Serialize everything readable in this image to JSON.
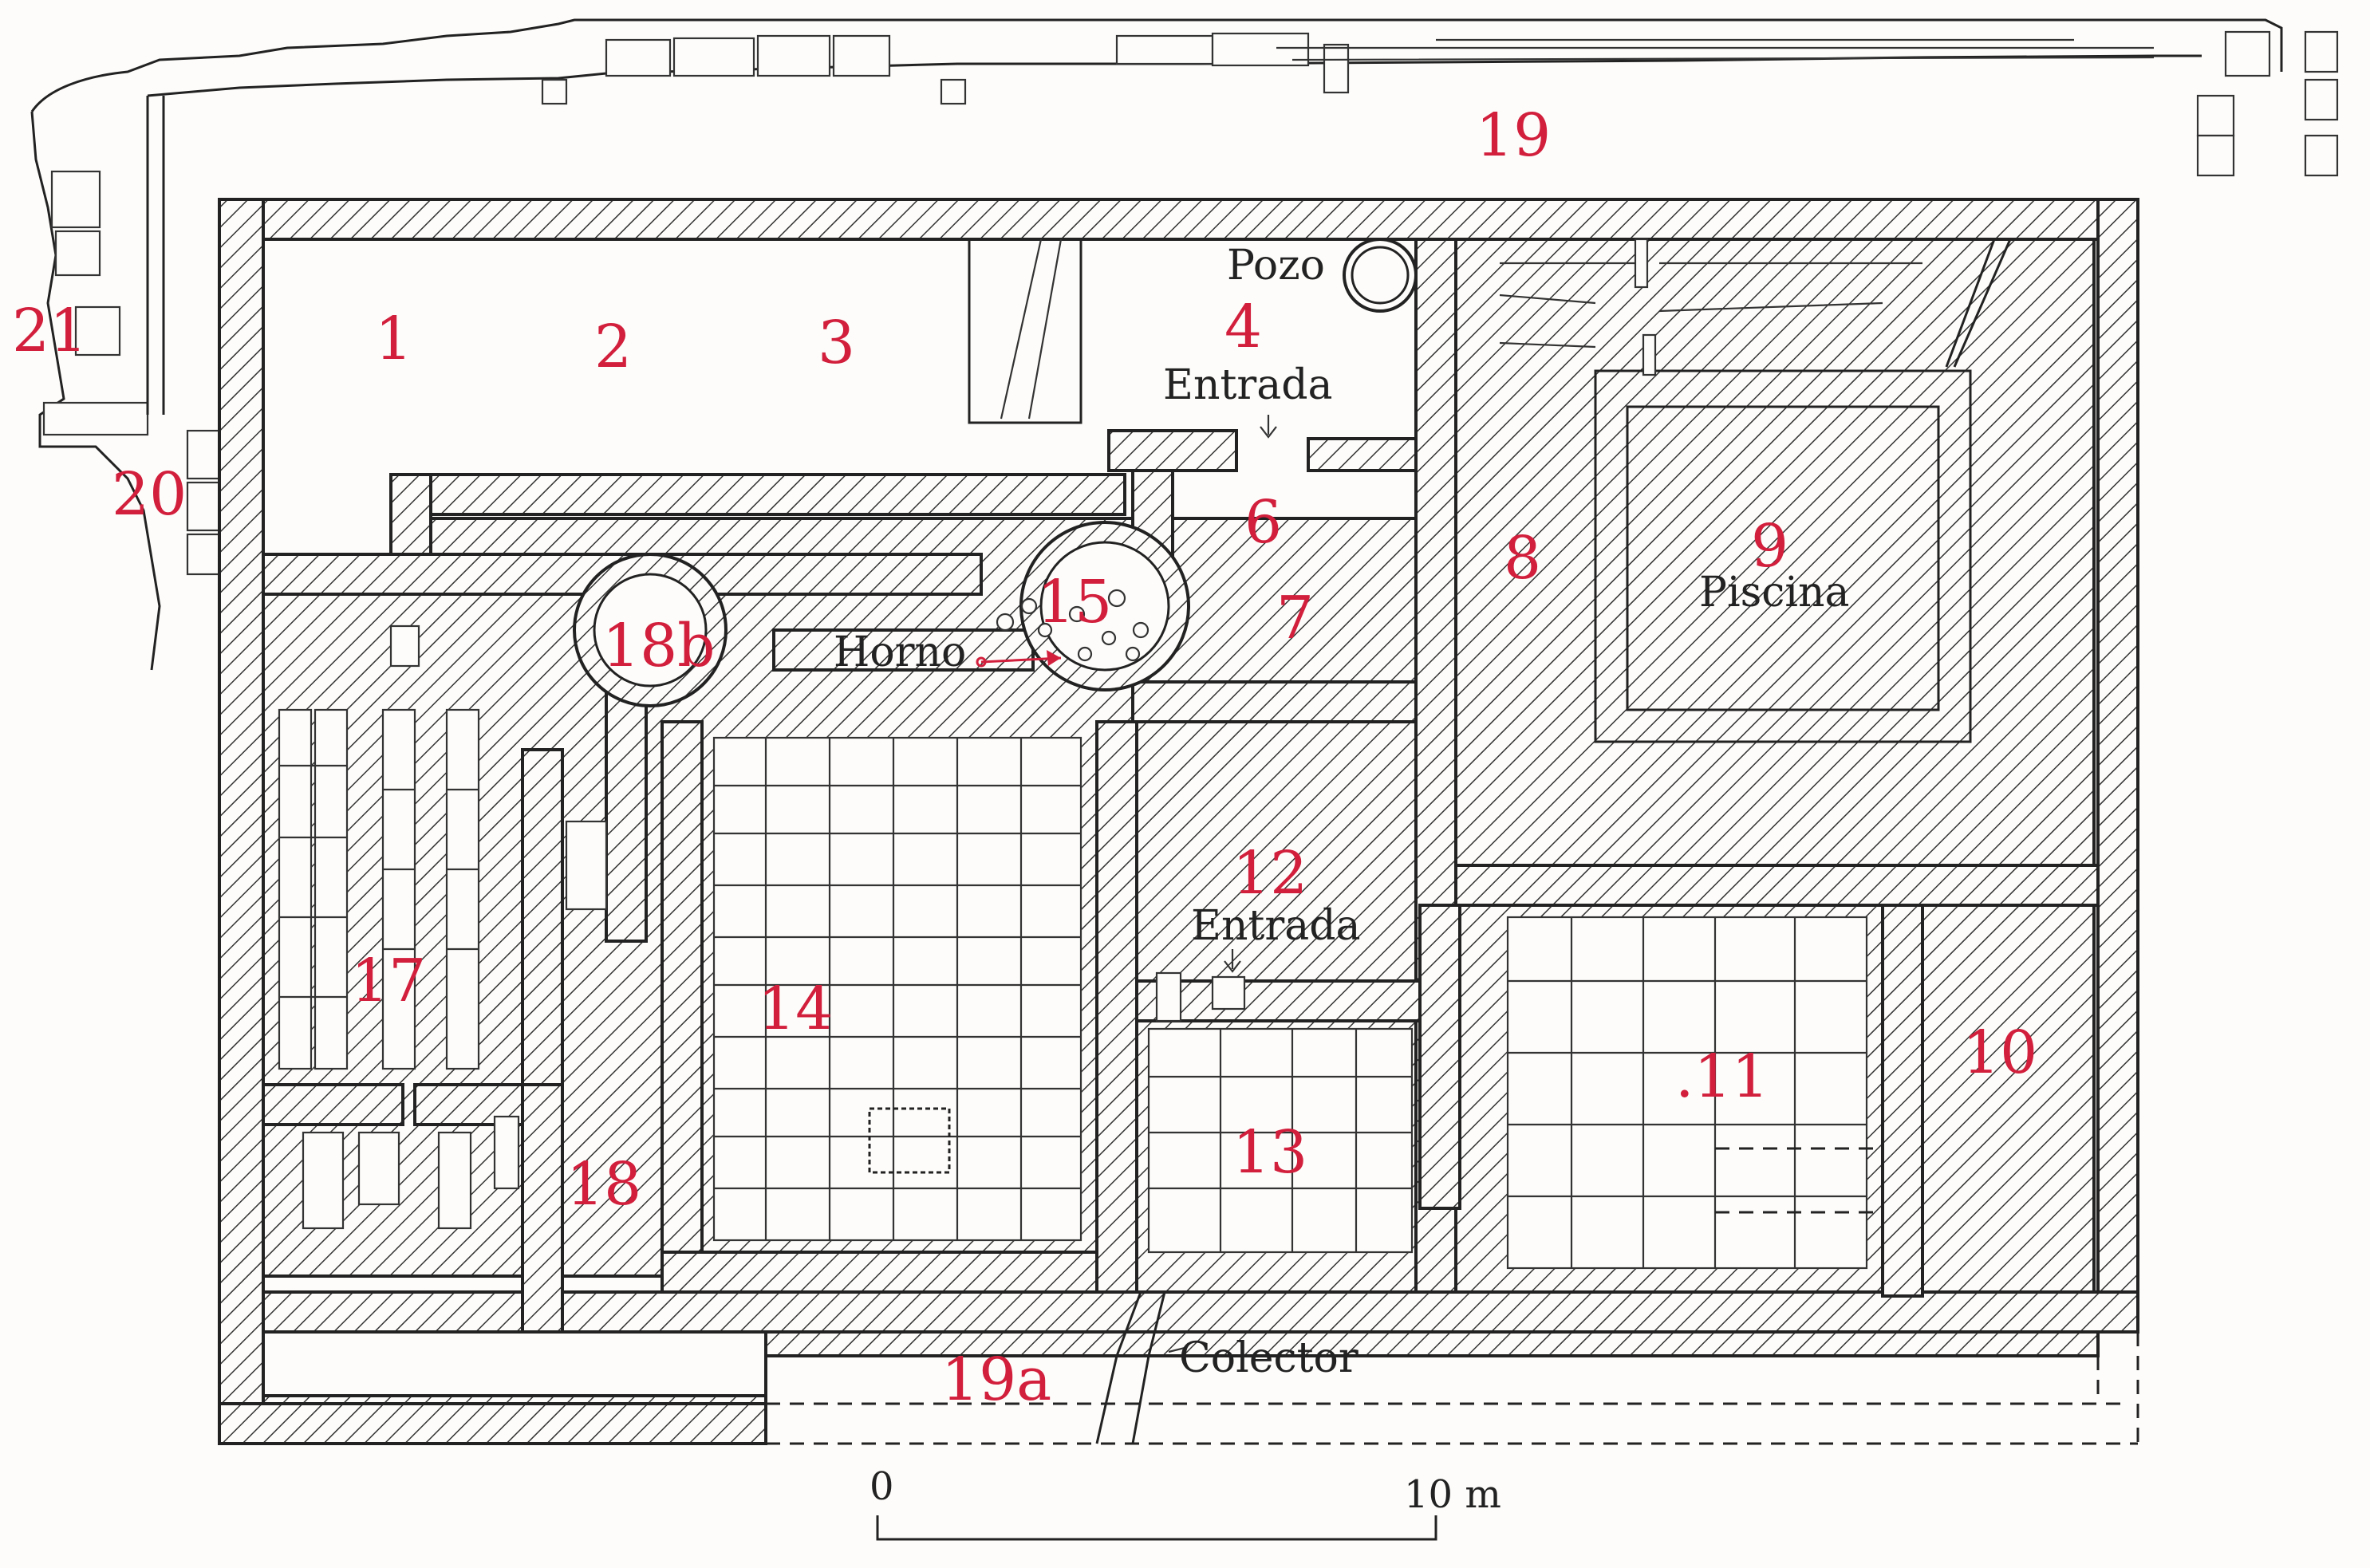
{
  "rooms": {
    "r1": "1",
    "r2": "2",
    "r3": "3",
    "r4": "4",
    "r6": "6",
    "r7": "7",
    "r8": "8",
    "r9": "9",
    "r10": "10",
    "r11": ".11",
    "r12": "12",
    "r13": "13",
    "r14": "14",
    "r15": "15",
    "r17": "17",
    "r18": "18",
    "r18b": "18b",
    "r19": "19",
    "r19a": "19a",
    "r20": "20",
    "r21": "21"
  },
  "labels": {
    "pozo": "Pozo",
    "entrada_north": "Entrada",
    "entrada_south": "Entrada",
    "horno": "Horno",
    "piscina": "Piscina",
    "colector": "Colector"
  },
  "scale": {
    "start": "0",
    "end": "10 m"
  },
  "colors": {
    "room_numbers": "#d21f3c",
    "lines": "#222222"
  }
}
